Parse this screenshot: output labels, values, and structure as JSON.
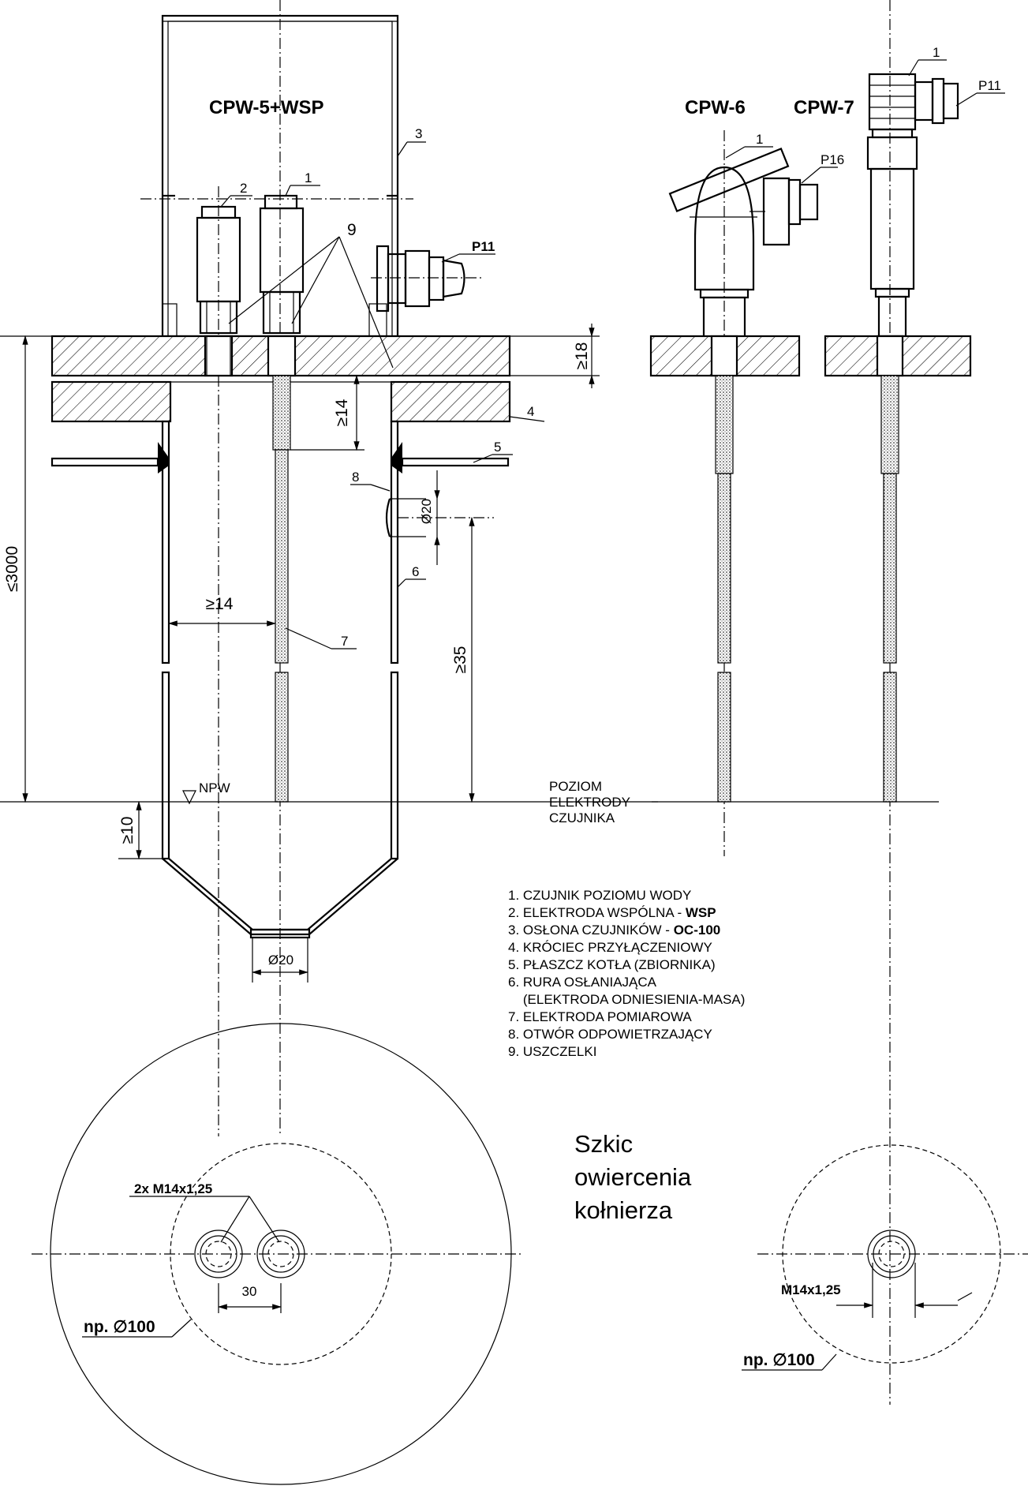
{
  "titles": {
    "main": "CPW-5+WSP",
    "cpw6": "CPW-6",
    "cpw7": "CPW-7"
  },
  "callouts": {
    "n1": "1",
    "n2": "2",
    "n3": "3",
    "n4": "4",
    "n5": "5",
    "n6": "6",
    "n7": "7",
    "n8": "8",
    "n9": "9",
    "cpw6_n1": "1",
    "cpw7_n1": "1"
  },
  "glands": {
    "main": "P11",
    "cpw6": "P16",
    "cpw7": "P11"
  },
  "dimensions": {
    "ge18": "≥18",
    "ge14_vertical": "≥14",
    "phi20_vent": "Ø20",
    "le3000": "≤3000",
    "ge14_horizontal": "≥14",
    "ge35": "≥35",
    "ge10": "≥10",
    "phi20_bottom": "Ø20",
    "pitch30": "30"
  },
  "level": {
    "npw": "NPW",
    "line1": "POZIOM",
    "line2": "ELEKTRODY",
    "line3": "CZUJNIKA"
  },
  "legend": [
    {
      "text": "1. CZUJNIK POZIOMU WODY",
      "bold": ""
    },
    {
      "text": "2. ELEKTRODA WSPÓLNA - ",
      "bold": "WSP"
    },
    {
      "text": "3. OSŁONA CZUJNIKÓW - ",
      "bold": "OC-100"
    },
    {
      "text": "4. KRÓCIEC PRZYŁĄCZENIOWY",
      "bold": ""
    },
    {
      "text": "5. PŁASZCZ KOTŁA (ZBIORNIKA)",
      "bold": ""
    },
    {
      "text": "6. RURA OSŁANIAJĄCA",
      "bold": ""
    },
    {
      "text": "    (ELEKTRODA ODNIESIENIA-MASA)",
      "bold": ""
    },
    {
      "text": "7. ELEKTRODA POMIAROWA",
      "bold": ""
    },
    {
      "text": "8. OTWÓR ODPOWIETRZAJĄCY",
      "bold": ""
    },
    {
      "text": "9. USZCZELKI",
      "bold": ""
    }
  ],
  "sketch": {
    "line1": "Szkic",
    "line2": "owiercenia",
    "line3": "kołnierza"
  },
  "flange_left": {
    "thread": "2x M14x1,25",
    "pcd": "np. ∅100"
  },
  "flange_right": {
    "thread": "M14x1,25",
    "pcd": "np. ∅100"
  }
}
